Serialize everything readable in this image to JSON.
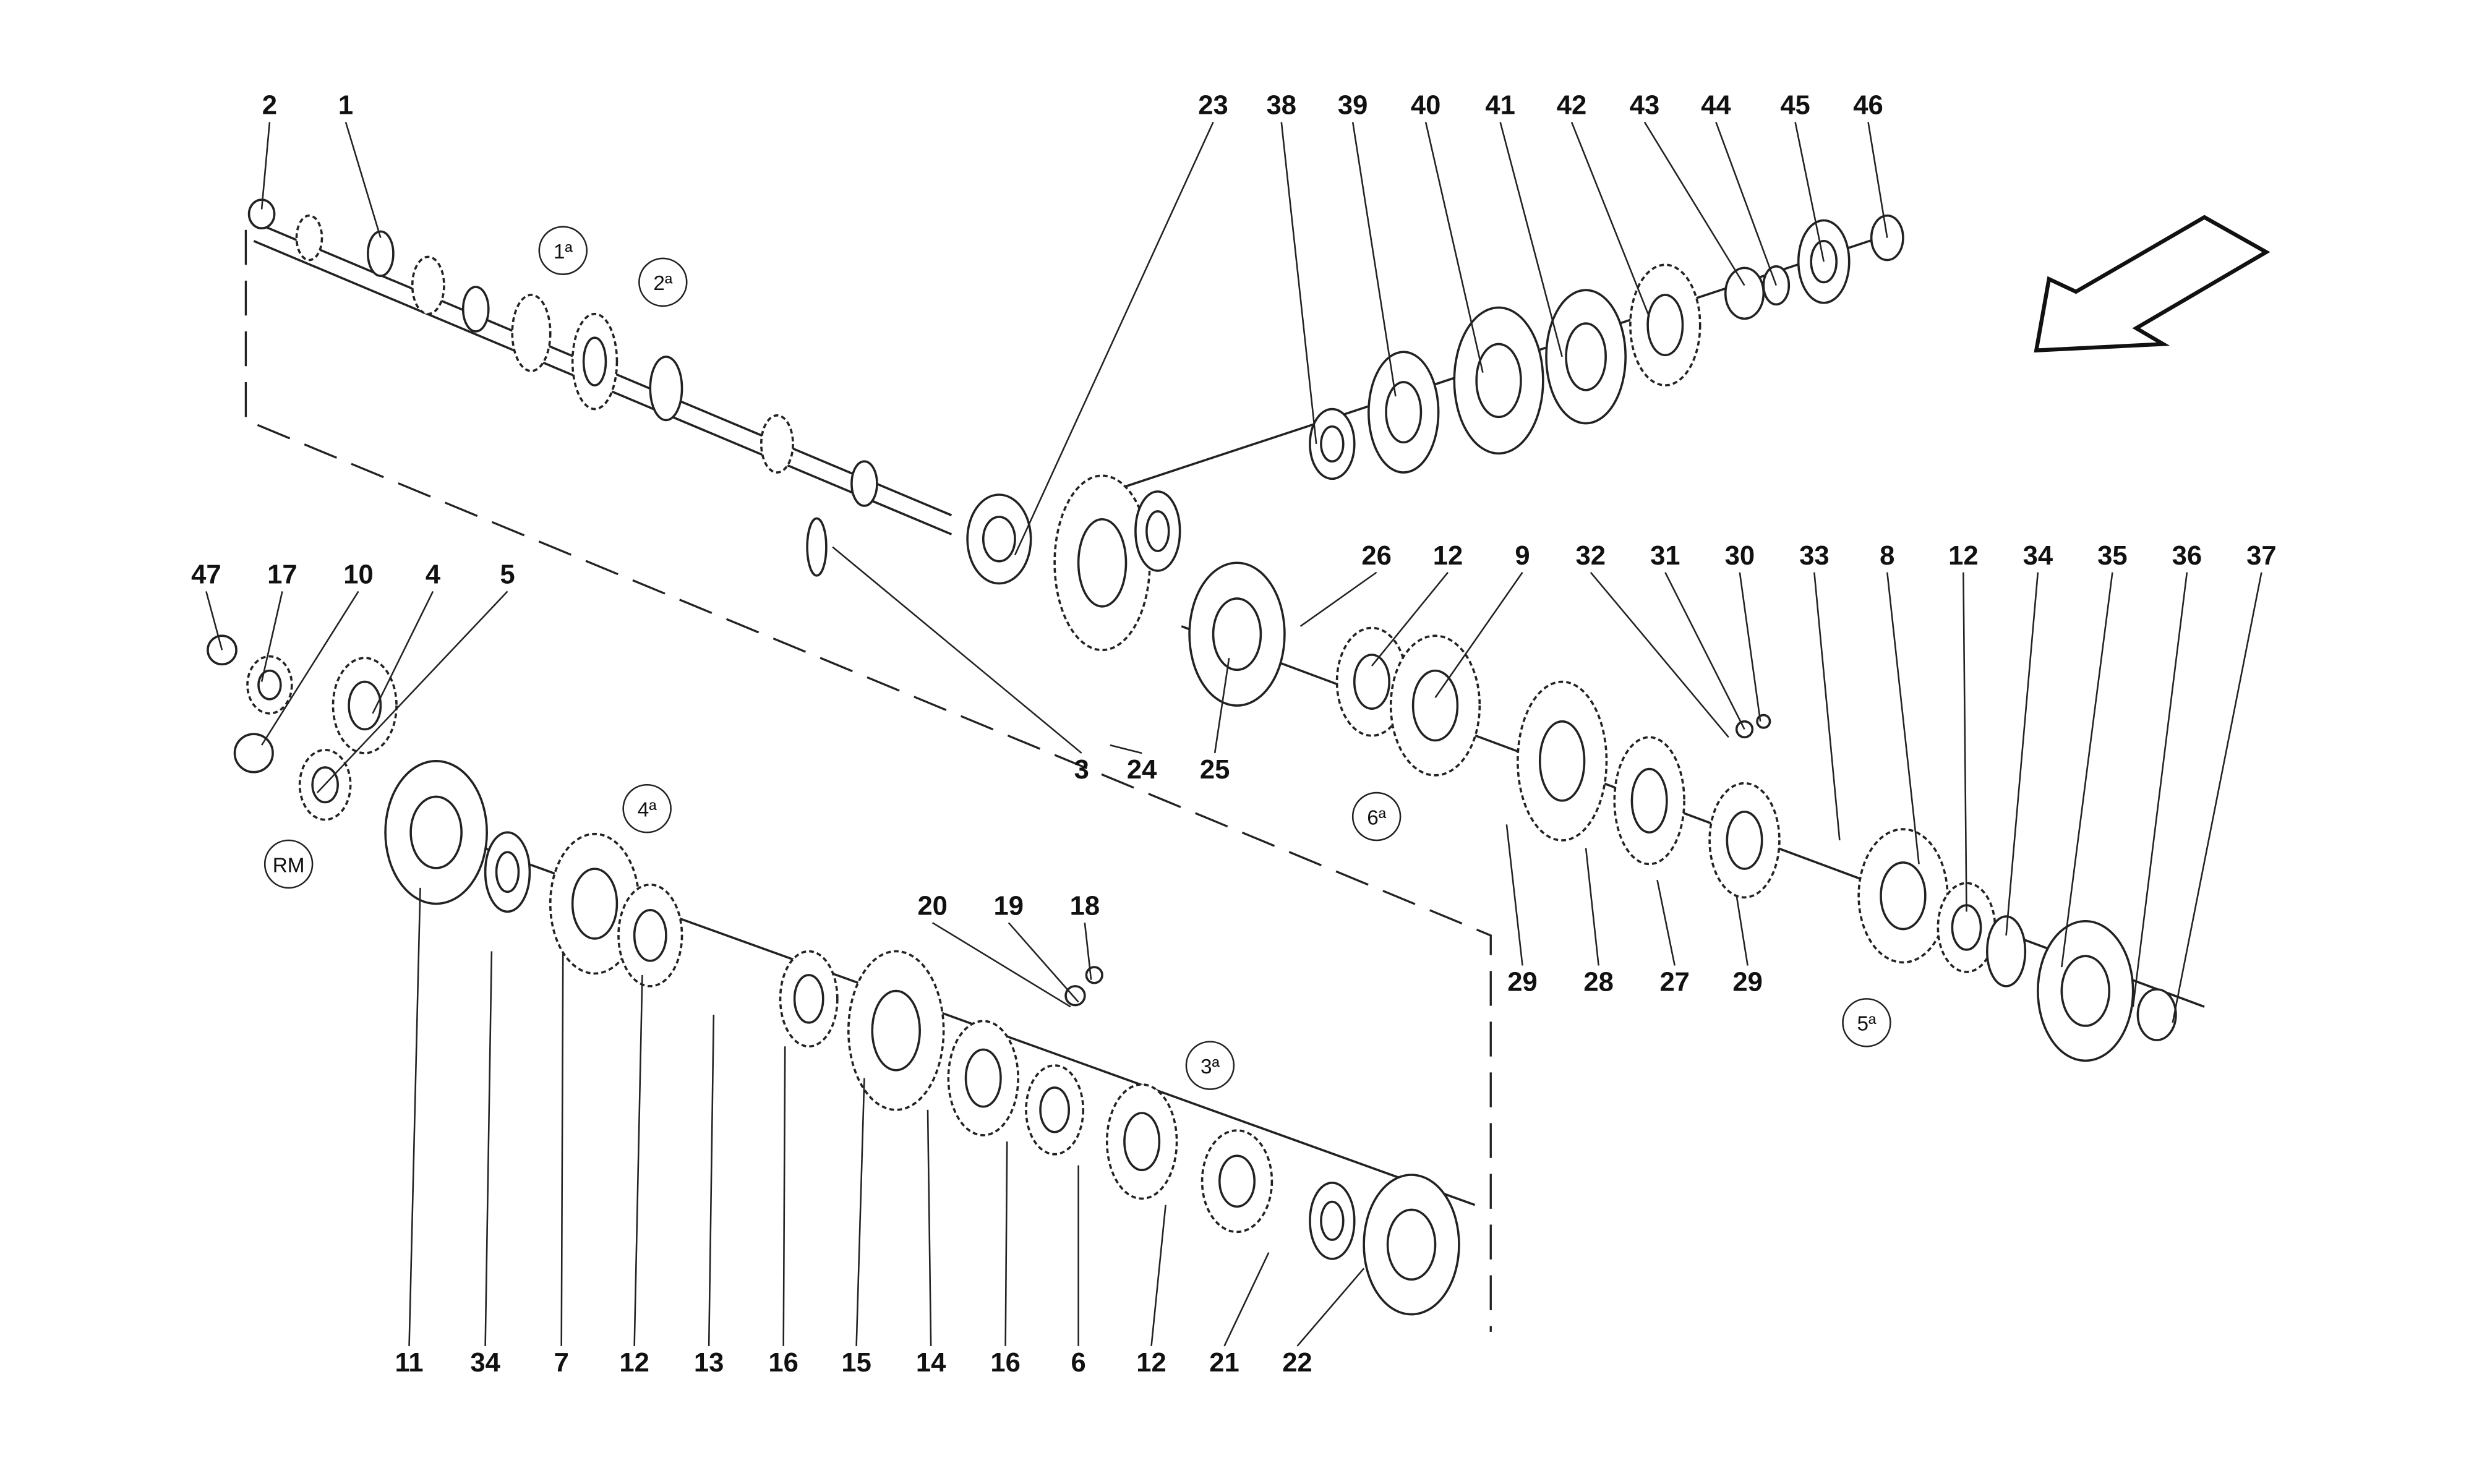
{
  "diagram": {
    "title_labels": {
      "top": [
        "2",
        "1",
        "23",
        "38",
        "39",
        "40",
        "41",
        "42",
        "43",
        "44",
        "45",
        "46"
      ],
      "middle_left": [
        "47",
        "17",
        "10",
        "4",
        "5"
      ],
      "middle_right": [
        "26",
        "12",
        "9",
        "32",
        "31",
        "30",
        "33",
        "8",
        "12",
        "34",
        "35",
        "36",
        "37"
      ],
      "center": [
        "3",
        "24",
        "25"
      ],
      "small": [
        "20",
        "19",
        "18"
      ],
      "lower_right": [
        "29",
        "28",
        "27",
        "29"
      ],
      "bottom": [
        "11",
        "34",
        "7",
        "12",
        "13",
        "16",
        "15",
        "14",
        "16",
        "6",
        "12",
        "21",
        "22"
      ]
    },
    "gear_callouts": [
      "1ª",
      "2ª",
      "RM",
      "4ª",
      "6ª",
      "3ª",
      "5ª"
    ],
    "direction_arrow": "arrow-icon",
    "line_color": "#222222",
    "background": "#ffffff"
  }
}
